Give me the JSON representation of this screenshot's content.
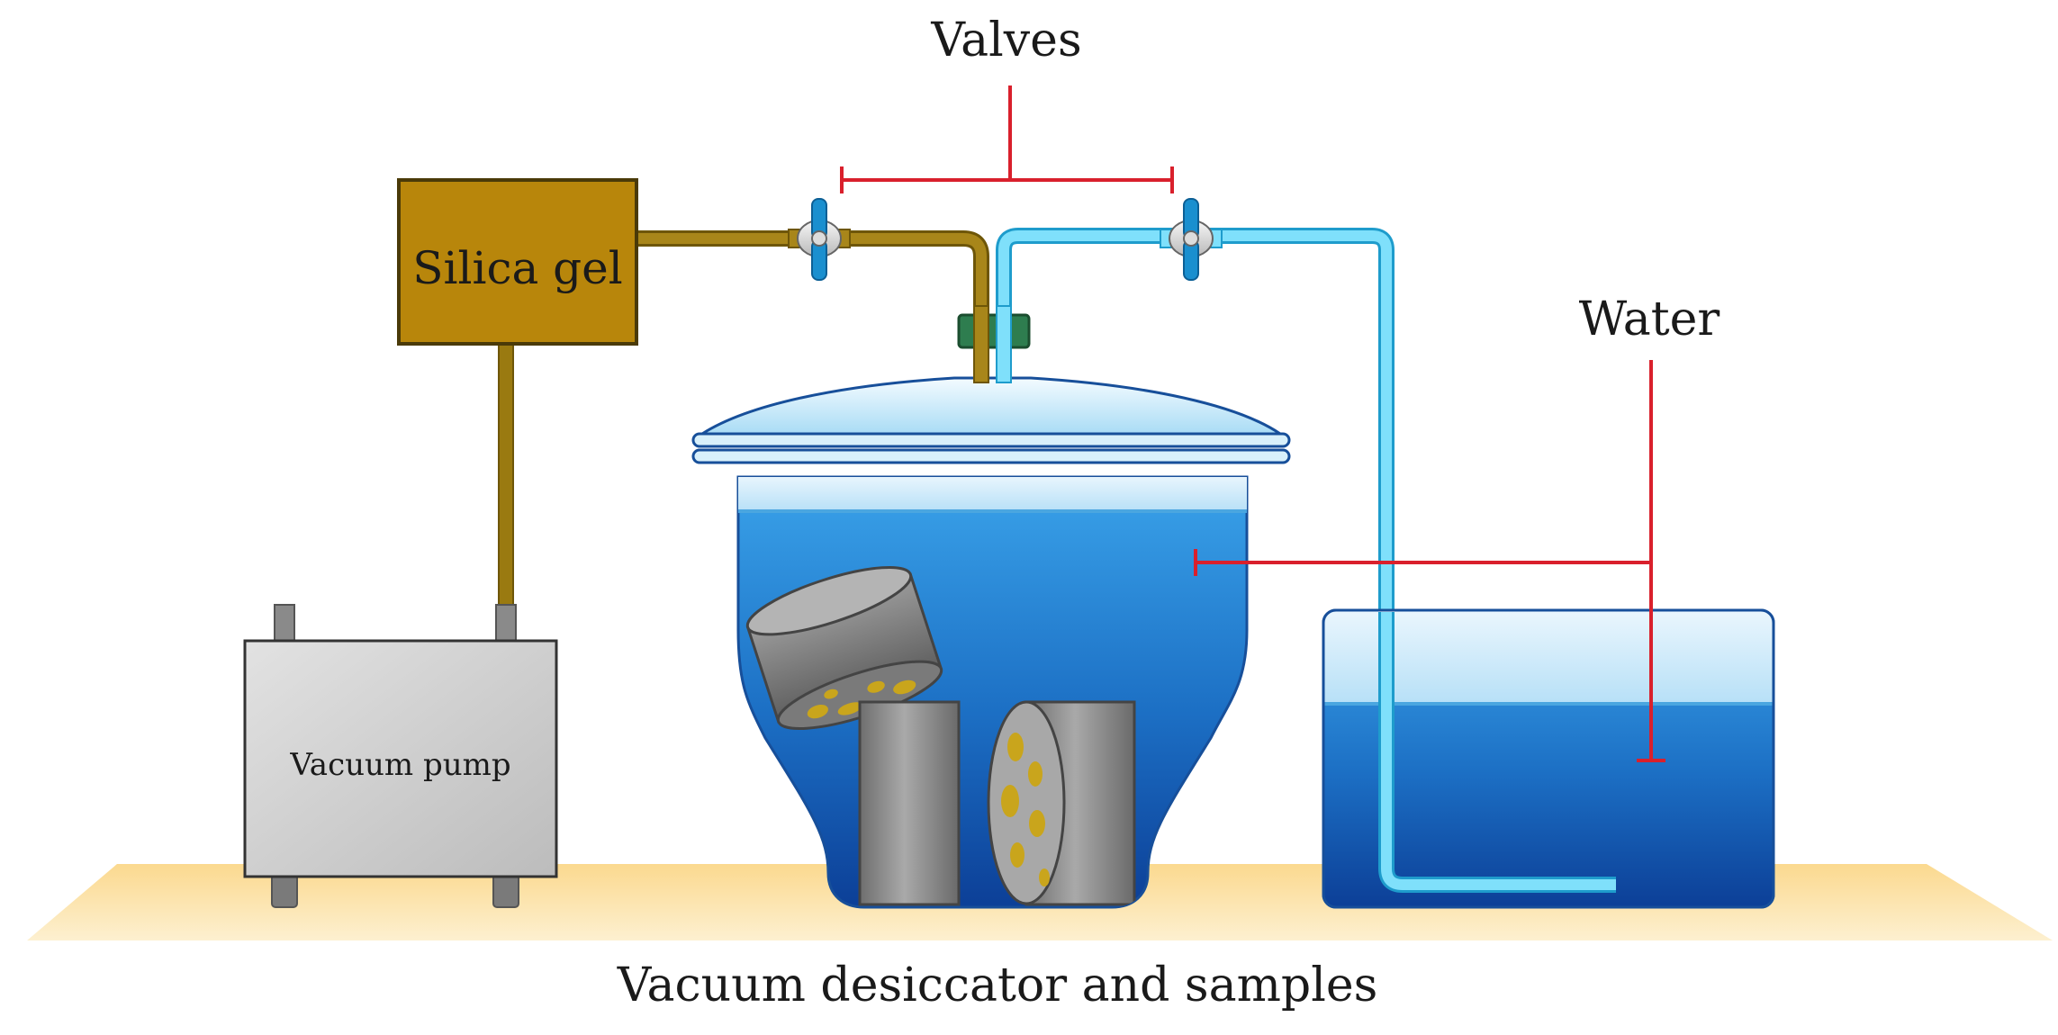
{
  "labels": {
    "valves": "Valves",
    "silica_gel": "Silica gel",
    "water": "Water",
    "vacuum_pump": "Vacuum pump",
    "caption": "Vacuum desiccator and samples"
  },
  "icons": [
    "valve-icon",
    "valve-icon"
  ],
  "colors": {
    "silica_gel_box": "#b8860b",
    "vacuum_line": "#9a7a10",
    "water_line": "#39c6ef",
    "water": "#1f7fd0",
    "pointer": "#d9202c",
    "bench": "#fce3ad",
    "sample": "#8a8a8a",
    "aggregate": "#c9a51c"
  }
}
